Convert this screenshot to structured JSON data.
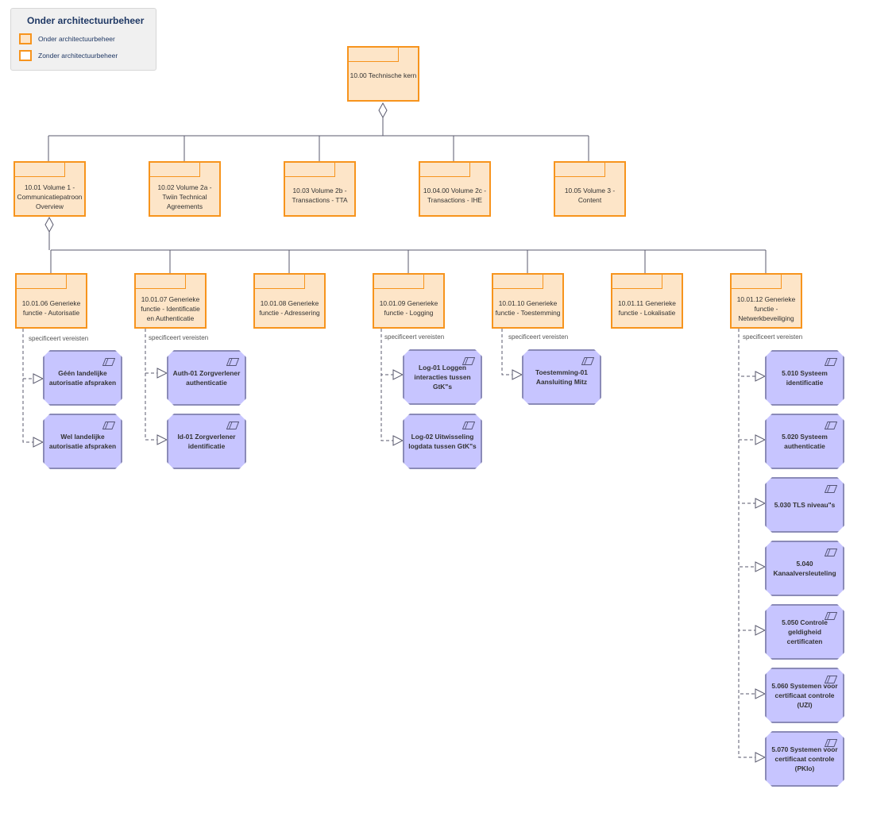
{
  "legend": {
    "title": "Onder architectuurbeheer",
    "items": [
      {
        "label": "Onder architectuurbeheer",
        "fill": "#fde5c8",
        "border": "#f7941d"
      },
      {
        "label": "Zonder architectuurbeheer",
        "fill": "#ffffff",
        "border": "#f7941d"
      }
    ]
  },
  "colors": {
    "package_fill": "#fde5c8",
    "package_border": "#f7941d",
    "requirement_fill": "#c7c5ff",
    "requirement_border": "#8b8bb8",
    "connector": "#5a5a6e"
  },
  "root": {
    "label": "10.00 Technische kern"
  },
  "level1": [
    {
      "label": "10.01 Volume 1 - Communicatiepatroon Overview"
    },
    {
      "label": "10.02 Volume 2a - Twiin Technical Agreements"
    },
    {
      "label": "10.03 Volume 2b - Transactions - TTA"
    },
    {
      "label": "10.04.00 Volume 2c - Transactions - IHE"
    },
    {
      "label": "10.05 Volume 3 - Content"
    }
  ],
  "level2": [
    {
      "label": "10.01.06 Generieke functie - Autorisatie"
    },
    {
      "label": "10.01.07 Generieke functie - Identificatie en Authenticatie"
    },
    {
      "label": "10.01.08 Generieke functie - Adressering"
    },
    {
      "label": "10.01.09 Generieke functie - Logging"
    },
    {
      "label": "10.01.10 Generieke functie - Toestemming"
    },
    {
      "label": "10.01.11 Generieke functie - Lokalisatie"
    },
    {
      "label": "10.01.12 Generieke functie - Netwerkbeveiliging"
    }
  ],
  "relation_label": "specificeert vereisten",
  "requirements": [
    {
      "label": "Géén landelijke autorisatie afspraken",
      "parent": 0
    },
    {
      "label": "Wel landelijke autorisatie afspraken",
      "parent": 0
    },
    {
      "label": "Auth-01 Zorgverlener authenticatie",
      "parent": 1
    },
    {
      "label": "Id-01 Zorgverlener identificatie",
      "parent": 1
    },
    {
      "label": "Log-01 Loggen interacties tussen GtK\"s",
      "parent": 3
    },
    {
      "label": "Log-02 Uitwisseling logdata tussen GtK\"s",
      "parent": 3
    },
    {
      "label": "Toestemming-01 Aansluiting Mitz",
      "parent": 4
    },
    {
      "label": "5.010 Systeem identificatie",
      "parent": 6
    },
    {
      "label": "5.020 Systeem authenticatie",
      "parent": 6
    },
    {
      "label": "5.030 TLS niveau\"s",
      "parent": 6
    },
    {
      "label": "5.040 Kanaalversleuteling",
      "parent": 6
    },
    {
      "label": "5.050 Controle geldigheid certificaten",
      "parent": 6
    },
    {
      "label": "5.060 Systemen voor certificaat controle (UZI)",
      "parent": 6
    },
    {
      "label": "5.070 Systemen voor certificaat controle (PKIo)",
      "parent": 6
    }
  ]
}
